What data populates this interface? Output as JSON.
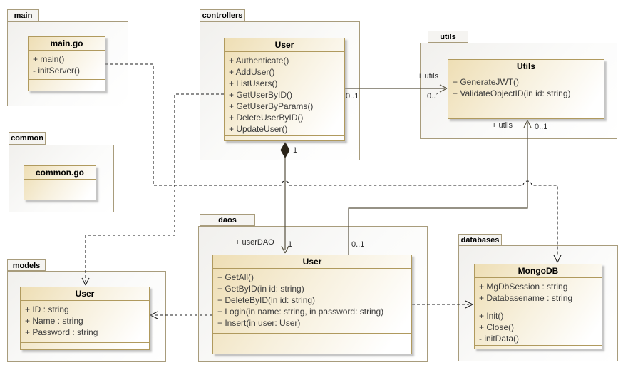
{
  "packages": {
    "main": {
      "tab": "main",
      "class": {
        "name": "main.go",
        "members": [
          "+ main()",
          "- initServer()"
        ]
      }
    },
    "controllers": {
      "tab": "controllers",
      "class": {
        "name": "User",
        "members": [
          "+ Authenticate()",
          "+ AddUser()",
          "+ ListUsers()",
          "+ GetUserByID()",
          "+ GetUserByParams()",
          "+ DeleteUserByID()",
          "+ UpdateUser()"
        ]
      }
    },
    "utils": {
      "tab": "utils",
      "class": {
        "name": "Utils",
        "members": [
          "+ GenerateJWT()",
          "+ ValidateObjectID(in id: string)"
        ]
      }
    },
    "common": {
      "tab": "common",
      "class": {
        "name": "common.go",
        "members": []
      }
    },
    "daos": {
      "tab": "daos",
      "class": {
        "name": "User",
        "members": [
          "+ GetAll()",
          "+ GetByID(in id: string)",
          "+ DeleteByID(in id: string)",
          "+ Login(in name: string, in password: string)",
          "+ Insert(in user: User)"
        ]
      }
    },
    "databases": {
      "tab": "databases",
      "class": {
        "name": "MongoDB",
        "attributes": [
          "+ MgDbSession : string",
          "+ Databasename : string"
        ],
        "methods": [
          "+ Init()",
          "+ Close()",
          "- initData()"
        ]
      }
    },
    "models": {
      "tab": "models",
      "class": {
        "name": "User",
        "attributes": [
          "+ ID : string",
          "+ Name : string",
          "+ Password : string"
        ]
      }
    }
  },
  "connectors": {
    "controllers_to_utils": {
      "type": "association",
      "source_mult": "0..1",
      "role": "+ utils",
      "target_mult": "0..1"
    },
    "controllers_to_daos": {
      "type": "composition",
      "source_mult": "1",
      "role": "+ userDAO",
      "target_mult": "1"
    },
    "daos_to_utils": {
      "type": "association",
      "source_mult": "0..1",
      "role": "+ utils",
      "target_mult": "0..1"
    },
    "main_to_databases": {
      "type": "dependency"
    },
    "controllers_to_models": {
      "type": "dependency"
    },
    "daos_to_models": {
      "type": "dependency"
    },
    "daos_to_databases": {
      "type": "dependency"
    }
  },
  "colors": {
    "class_fill": "#eedeb4",
    "class_border": "#b09a5e",
    "package_border": "#a89c7c",
    "solid_line": "#57513f",
    "dashed_line": "#1d1d1d"
  }
}
